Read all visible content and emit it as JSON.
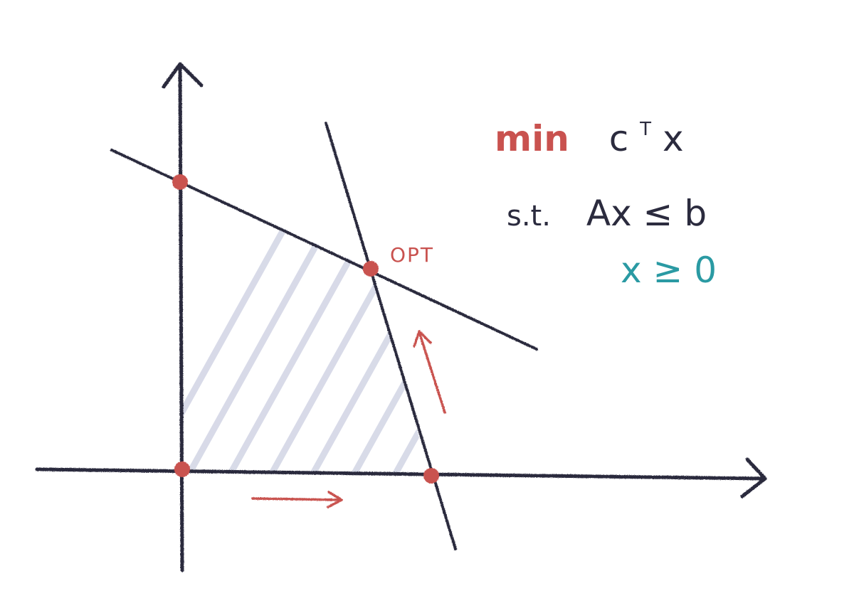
{
  "colors": {
    "background": "#ffffff",
    "ink": "#2b2b3e",
    "accent_red": "#c9524f",
    "accent_teal": "#2a9aa3",
    "hatch": "#b9bdd6"
  },
  "annotations": {
    "opt_label": "OPT"
  },
  "formula": {
    "objective_keyword": "min",
    "objective_base": "c",
    "objective_sup": "T",
    "objective_var": "x",
    "constraint_prefix": "s.t.",
    "constraint_expr": "Ax ≤ b",
    "nonneg_expr": "x ≥ 0"
  },
  "icons": {
    "y_axis_arrow": "arrow-up-icon",
    "x_axis_arrow": "arrow-right-icon",
    "path_arrow_right": "arrow-right-icon",
    "path_arrow_up": "arrow-up-right-icon"
  }
}
